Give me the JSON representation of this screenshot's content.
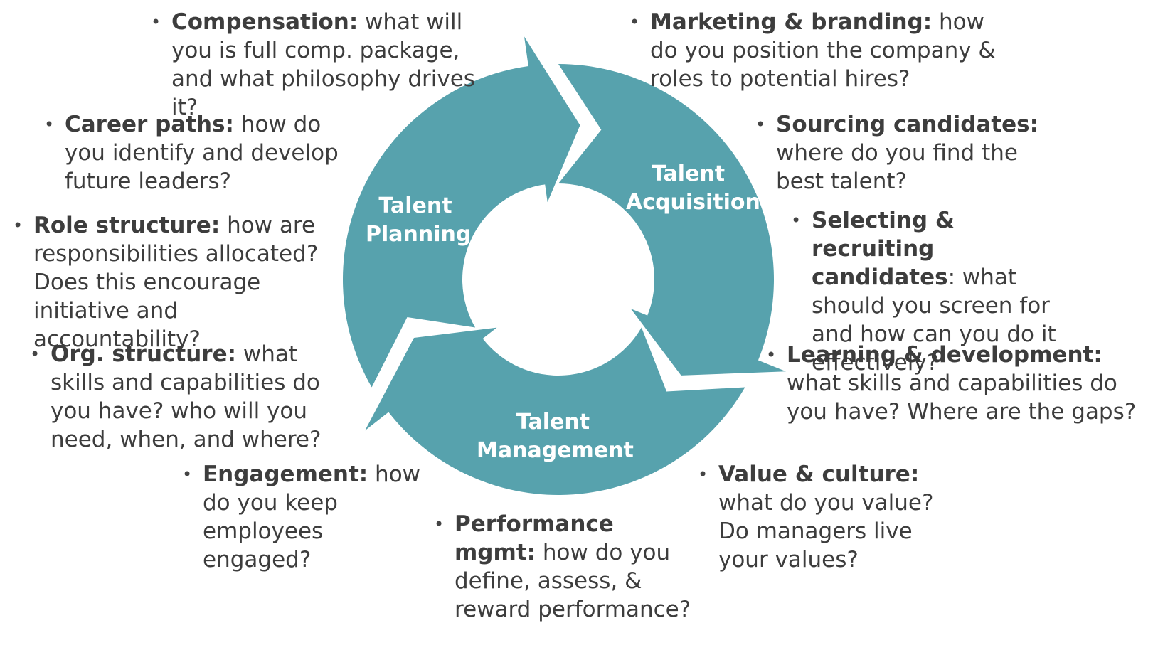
{
  "colors": {
    "cycle_fill": "#57a2ad",
    "text": "#3d3d3d",
    "bullet": "#444444"
  },
  "segments": {
    "planning": {
      "line1": "Talent",
      "line2": "Planning"
    },
    "acquisition": {
      "line1": "Talent",
      "line2": "Acquisition"
    },
    "management": {
      "line1": "Talent",
      "line2": "Management"
    }
  },
  "items": {
    "compensation": {
      "title": "Compensation:",
      "text": " what will you is full comp. package, and what philosophy drives it?"
    },
    "marketing": {
      "title": "Marketing & branding:",
      "text": " how do you position the company & roles to potential hires?"
    },
    "career_paths": {
      "title": "Career paths:",
      "text": " how do you identify and develop future leaders?"
    },
    "sourcing": {
      "title": "Sourcing candidates:",
      "text": " where do you find the best talent?"
    },
    "role_structure": {
      "title": "Role structure:",
      "text": " how are responsibilities allocated? Does this encourage initiative and accountability?"
    },
    "selecting": {
      "title": "Selecting & recruiting candidates",
      "text": ": what should you screen for and how can you do it effectively?"
    },
    "org_structure": {
      "title": "Org. structure:",
      "text": " what skills and capabilities do you have? who will you need, when, and where?"
    },
    "learning": {
      "title": "Learning & development:",
      "text": " what skills and capabilities do you have? Where are the gaps?"
    },
    "engagement": {
      "title": "Engagement:",
      "text": " how do you keep employees engaged?"
    },
    "performance": {
      "title": "Performance mgmt:",
      "text": " how do you define, assess, & reward performance?"
    },
    "value_culture": {
      "title": "Value & culture:",
      "text": " what do you value? Do managers live your values?"
    }
  }
}
